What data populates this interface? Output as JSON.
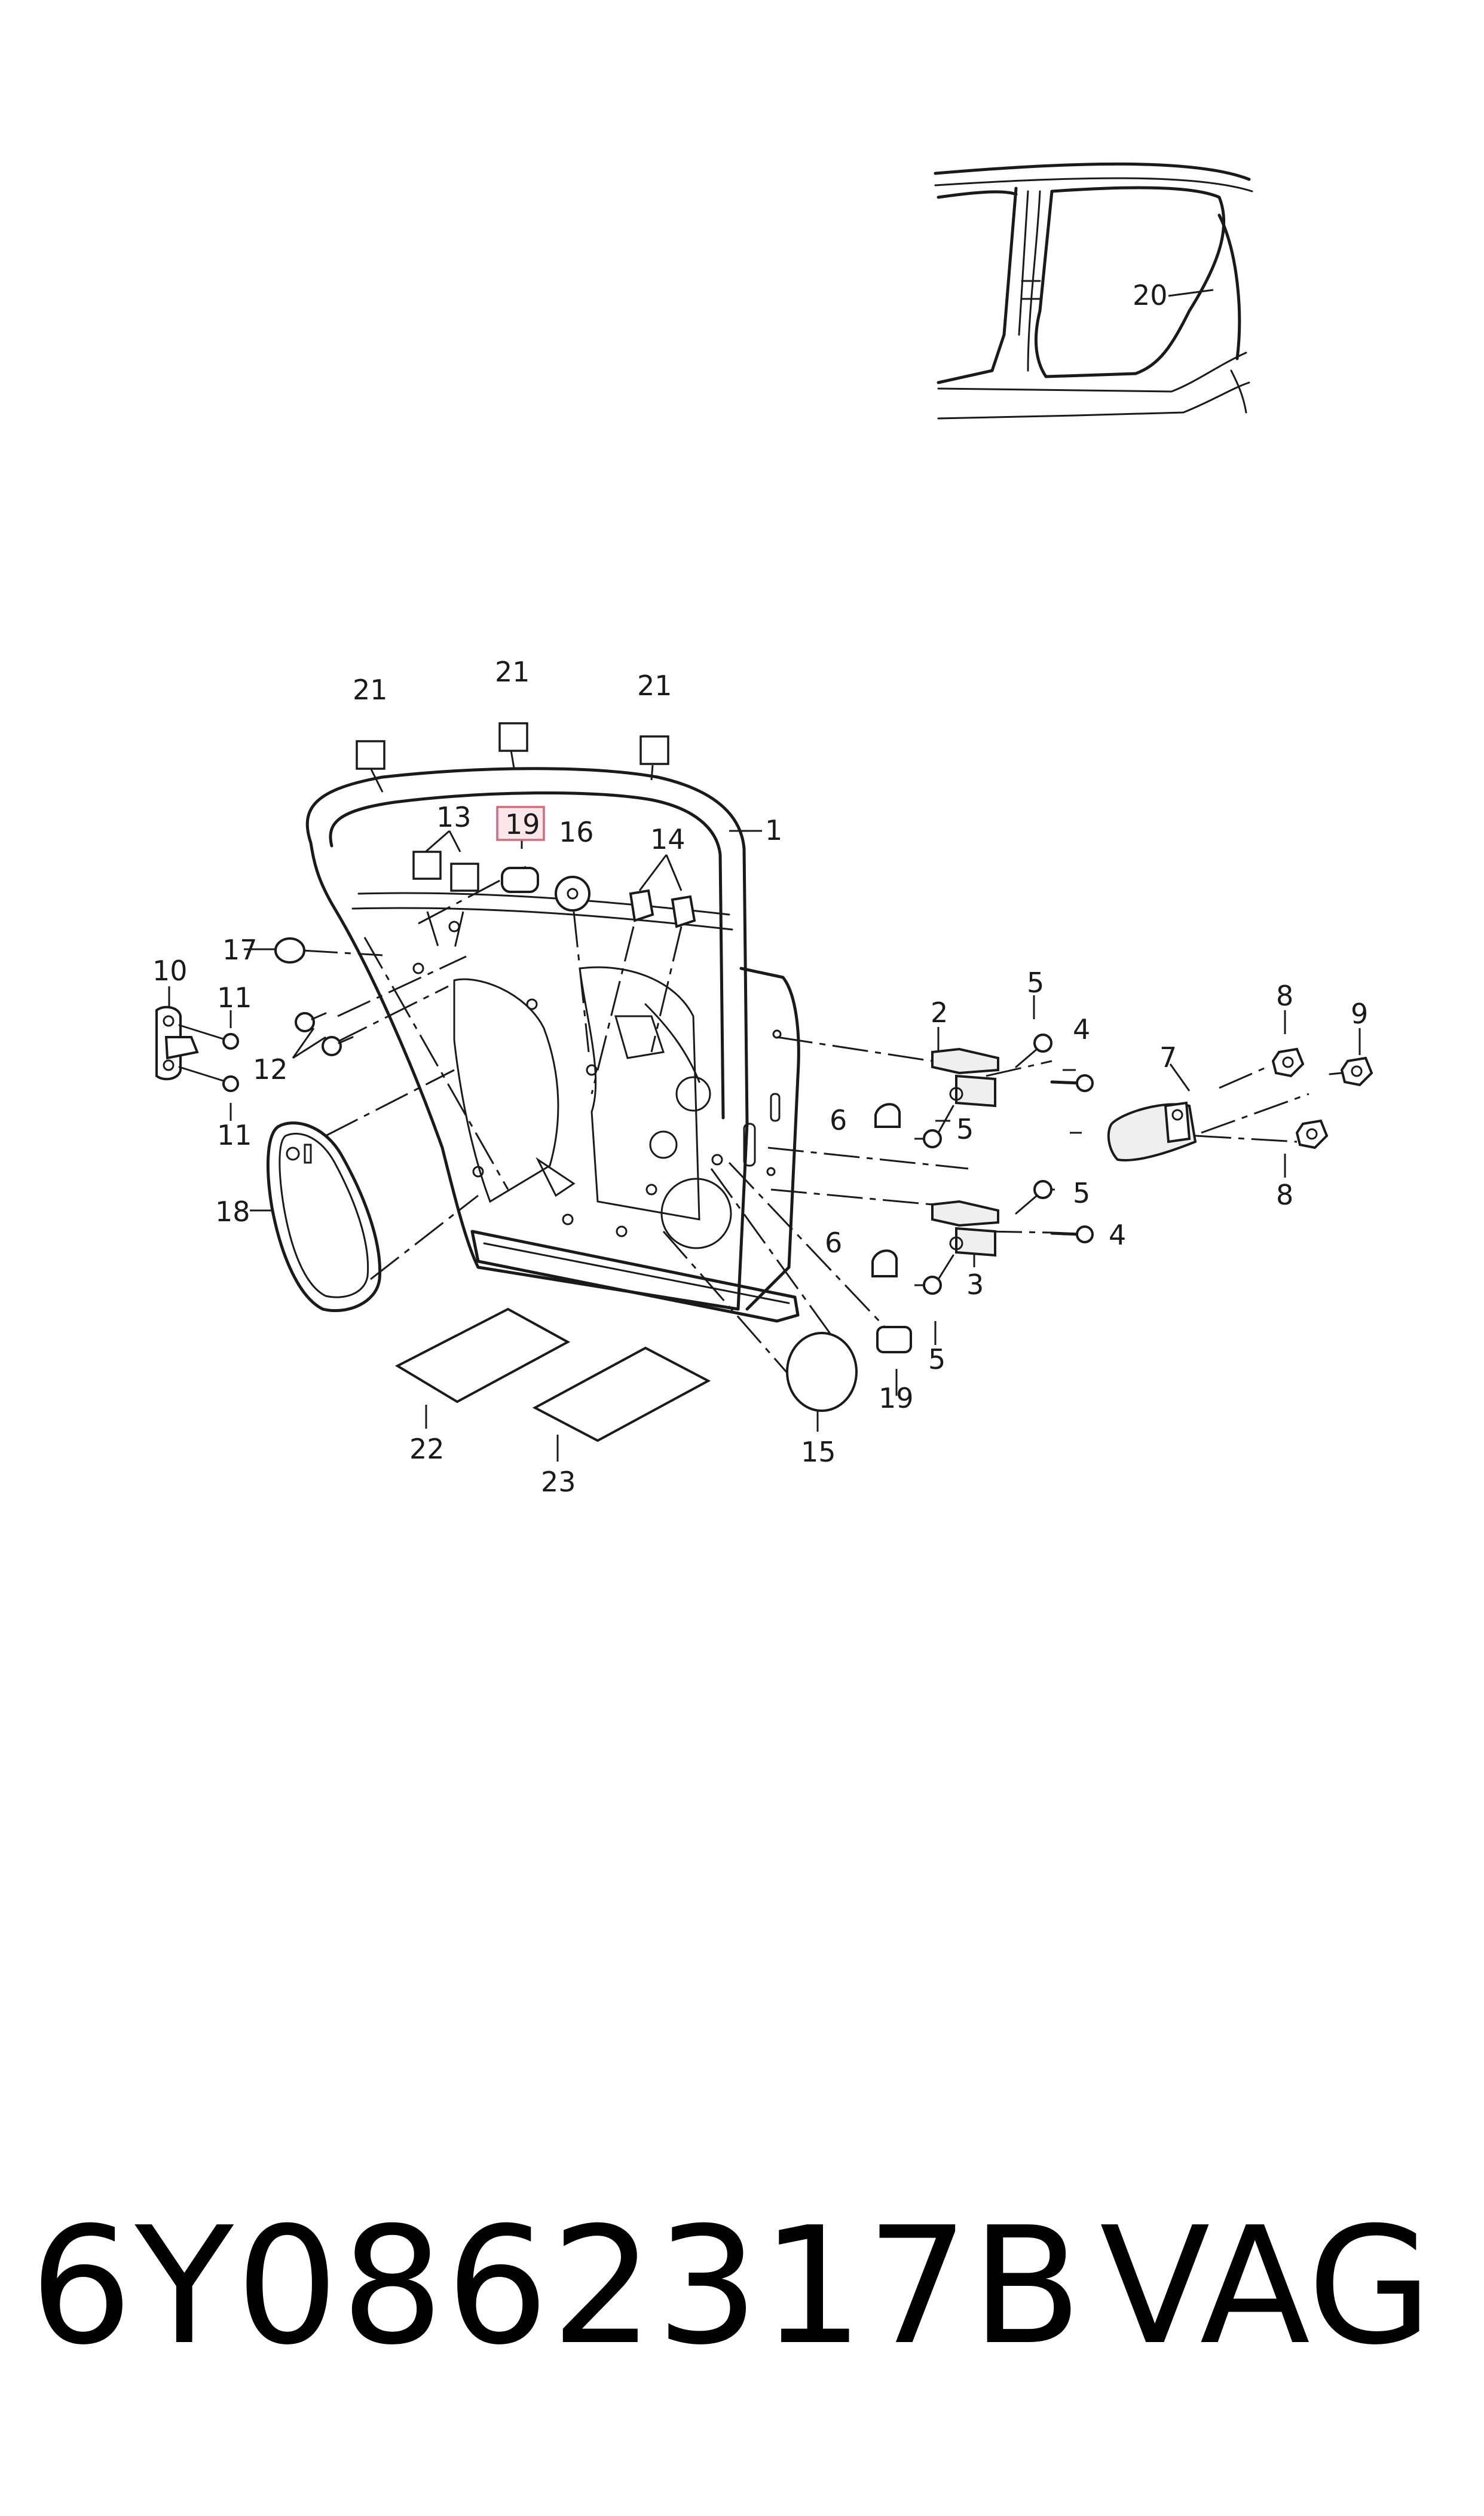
{
  "callouts": {
    "c1": "1",
    "c2": "2",
    "c3": "3",
    "c4a": "4",
    "c4b": "4",
    "c5a": "5",
    "c5b": "5",
    "c5c": "5",
    "c5d": "5",
    "c6a": "6",
    "c6b": "6",
    "c7": "7",
    "c8a": "8",
    "c8b": "8",
    "c9": "9",
    "c10": "10",
    "c11a": "11",
    "c11b": "11",
    "c12": "12",
    "c13": "13",
    "c14": "14",
    "c15": "15",
    "c16": "16",
    "c17": "17",
    "c18": "18",
    "c19a": "19",
    "c19b": "19",
    "c20": "20",
    "c21a": "21",
    "c21b": "21",
    "c21c": "21",
    "c22": "22",
    "c23": "23"
  },
  "footer": {
    "part_number": "6Y0862317B",
    "brand": "VAG"
  },
  "colors": {
    "line": "#1a1a1a",
    "highlight_fill": "#fbe6ea",
    "highlight_stroke": "#d46a7e"
  }
}
